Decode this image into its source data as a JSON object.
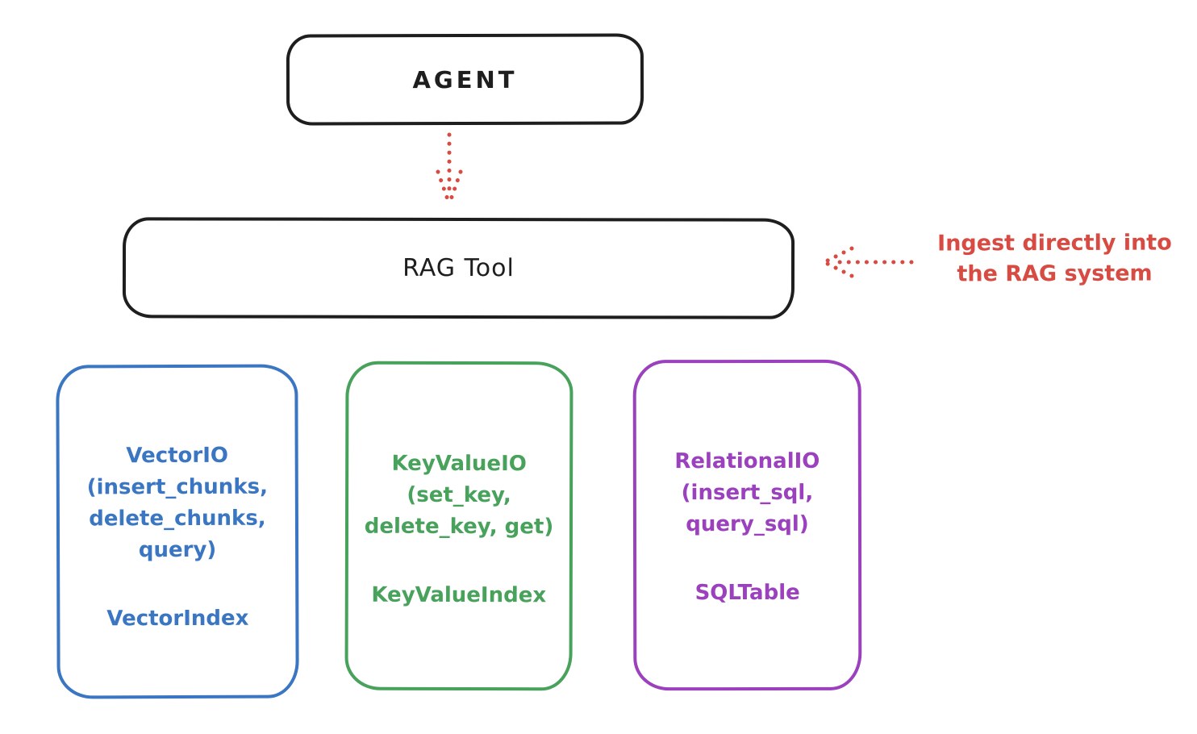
{
  "colors": {
    "ink": "#1e1e1e",
    "red": "#d84b42",
    "blue": "#3a76c2",
    "green": "#48a25c",
    "purple": "#9b41be"
  },
  "agent": {
    "label": "AGENT"
  },
  "rag_tool": {
    "label": "RAG Tool"
  },
  "annotation": {
    "line1": "Ingest directly into",
    "line2": "the RAG system"
  },
  "arrows": [
    {
      "name": "agent-to-rag-tool",
      "style": "dotted",
      "direction": "down"
    },
    {
      "name": "annotation-to-rag-tool",
      "style": "dotted",
      "direction": "left"
    }
  ],
  "io_boxes": [
    {
      "id": "vector-io",
      "color": "#3a76c2",
      "lines": [
        "VectorIO",
        "(insert_chunks,",
        "delete_chunks,",
        "query)"
      ],
      "index_label": "VectorIndex"
    },
    {
      "id": "keyvalue-io",
      "color": "#48a25c",
      "lines": [
        "KeyValueIO",
        "(set_key,",
        "delete_key, get)"
      ],
      "index_label": "KeyValueIndex"
    },
    {
      "id": "relational-io",
      "color": "#9b41be",
      "lines": [
        "RelationalIO",
        "(insert_sql,",
        "query_sql)"
      ],
      "index_label": "SQLTable"
    }
  ]
}
